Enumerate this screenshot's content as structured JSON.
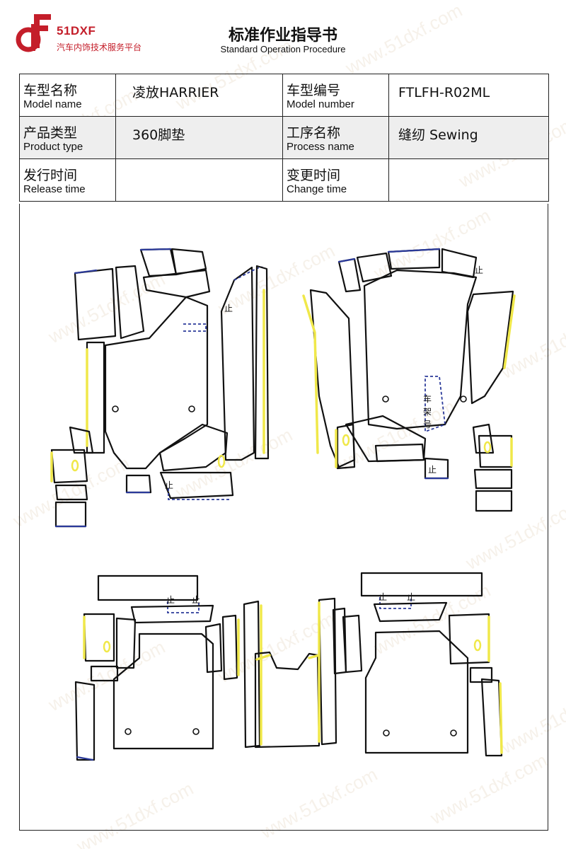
{
  "header": {
    "brand": "51DXF",
    "brand_sub": "汽车内饰技术服务平台",
    "title": "标准作业指导书",
    "subtitle": "Standard Operation Procedure"
  },
  "watermark_text": "www.51dxf.com",
  "info": {
    "model_name_cn": "车型名称",
    "model_name_en": "Model name",
    "model_name_value": "凌放HARRIER",
    "model_number_cn": "车型编号",
    "model_number_en": "Model number",
    "model_number_value": "FTLFH-R02ML",
    "product_type_cn": "产品类型",
    "product_type_en": "Product type",
    "product_type_value": "360脚垫",
    "process_name_cn": "工序名称",
    "process_name_en": "Process name",
    "process_name_value": "缝纫 Sewing",
    "release_time_cn": "发行时间",
    "release_time_en": "Release time",
    "release_time_value": "",
    "change_time_cn": "变更时间",
    "change_time_en": "Change time",
    "change_time_value": ""
  },
  "pattern": {
    "frame_label": "车架号",
    "colors": {
      "outline": "#111111",
      "edge_yellow": "#f0e84a",
      "edge_blue": "#2b3a9a",
      "brand_red": "#c41e2a"
    }
  }
}
